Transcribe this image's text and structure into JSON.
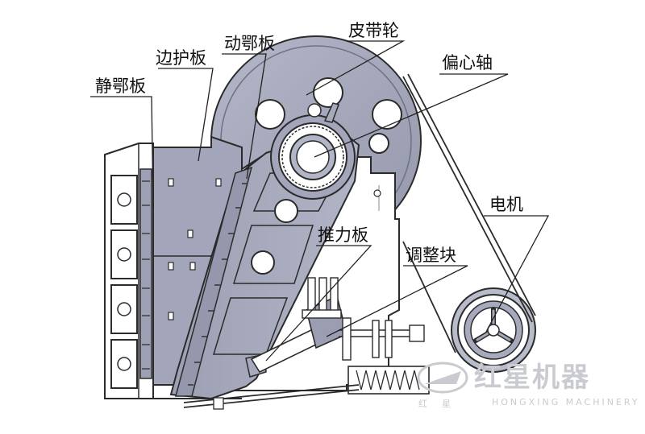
{
  "labels": {
    "static_jaw": "静鄂板",
    "side_guard": "边护板",
    "moving_jaw": "动鄂板",
    "pulley": "皮带轮",
    "eccentric_shaft": "偏心轴",
    "toggle_plate": "推力板",
    "adjust_block": "调整块",
    "motor": "电机"
  },
  "watermark": {
    "brand_cn": "红星机器",
    "brand_en": "HONGXING MACHINERY",
    "char_1": "红",
    "char_2": "星"
  },
  "colors": {
    "machine_fill": "#a7aabd",
    "frame_fill": "#ffffff",
    "outline": "#2b2b2b",
    "leader_line": "#222222",
    "watermark": "#c9cbd0"
  }
}
